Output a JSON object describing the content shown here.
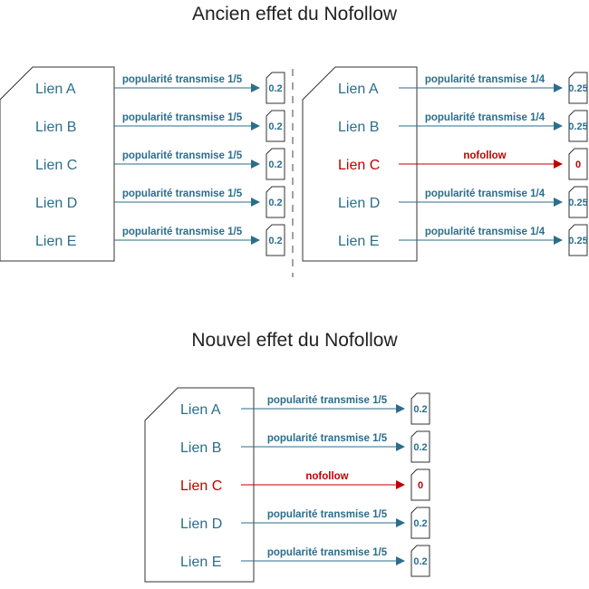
{
  "titles": {
    "old": "Ancien effet du Nofollow",
    "new": "Nouvel effet du Nofollow"
  },
  "colors": {
    "link": "#2a6e8c",
    "nofollow": "#c00000",
    "outline": "#333333",
    "separator": "#444444"
  },
  "panels": [
    {
      "links": [
        {
          "name": "Lien A",
          "label": "popularité transmise 1/5",
          "value": "0.2",
          "nofollow": false
        },
        {
          "name": "Lien B",
          "label": "popularité transmise 1/5",
          "value": "0.2",
          "nofollow": false
        },
        {
          "name": "Lien C",
          "label": "popularité transmise 1/5",
          "value": "0.2",
          "nofollow": false
        },
        {
          "name": "Lien D",
          "label": "popularité transmise 1/5",
          "value": "0.2",
          "nofollow": false
        },
        {
          "name": "Lien E",
          "label": "popularité transmise 1/5",
          "value": "0.2",
          "nofollow": false
        }
      ]
    },
    {
      "links": [
        {
          "name": "Lien A",
          "label": "popularité transmise 1/4",
          "value": "0.25",
          "nofollow": false
        },
        {
          "name": "Lien B",
          "label": "popularité transmise 1/4",
          "value": "0.25",
          "nofollow": false
        },
        {
          "name": "Lien C",
          "label": "nofollow",
          "value": "0",
          "nofollow": true
        },
        {
          "name": "Lien D",
          "label": "popularité transmise 1/4",
          "value": "0.25",
          "nofollow": false
        },
        {
          "name": "Lien E",
          "label": "popularité transmise 1/4",
          "value": "0.25",
          "nofollow": false
        }
      ]
    },
    {
      "links": [
        {
          "name": "Lien A",
          "label": "popularité transmise 1/5",
          "value": "0.2",
          "nofollow": false
        },
        {
          "name": "Lien B",
          "label": "popularité transmise 1/5",
          "value": "0.2",
          "nofollow": false
        },
        {
          "name": "Lien C",
          "label": "nofollow",
          "value": "0",
          "nofollow": true
        },
        {
          "name": "Lien D",
          "label": "popularité transmise 1/5",
          "value": "0.2",
          "nofollow": false
        },
        {
          "name": "Lien E",
          "label": "popularité transmise 1/5",
          "value": "0.2",
          "nofollow": false
        }
      ]
    }
  ]
}
